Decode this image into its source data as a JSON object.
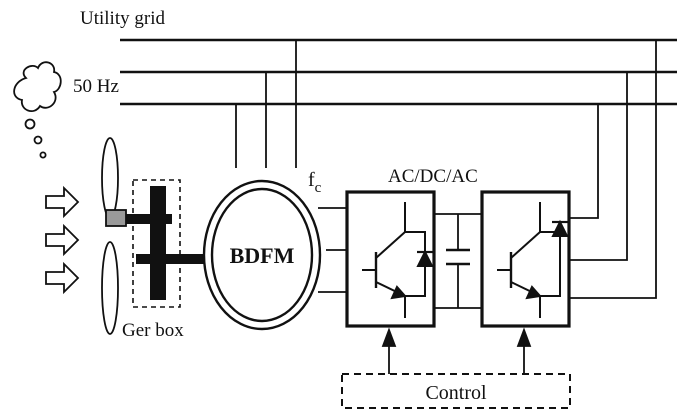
{
  "labels": {
    "utility_grid": "Utility grid",
    "frequency": "50 Hz",
    "fc_main": "f",
    "fc_sub": "c",
    "converter": "AC/DC/AC",
    "machine": "BDFM",
    "gearbox": "Ger box",
    "control": "Control"
  },
  "colors": {
    "line": "#111111",
    "gearbox_hub": "#9a9a9a",
    "background": "#ffffff"
  },
  "icons": {
    "wind": "arrow-right-outline-icon",
    "cloud": "thought-cloud-icon",
    "switch": "igbt-transistor-diode-icon"
  }
}
